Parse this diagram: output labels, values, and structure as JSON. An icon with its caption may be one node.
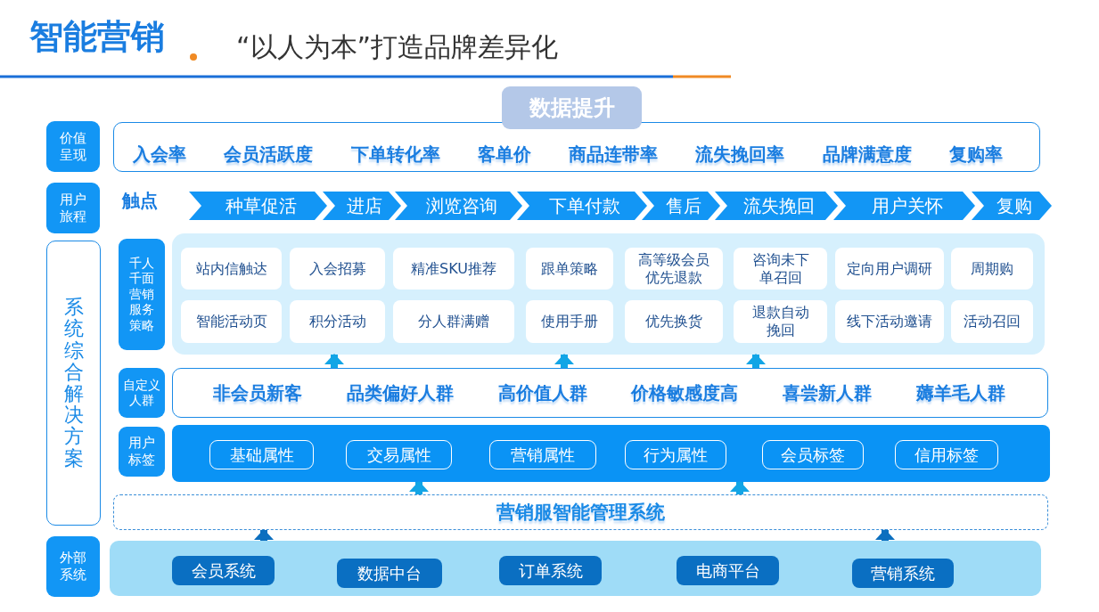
{
  "diagram": {
    "title": "智能营销",
    "nodes": [
      {
        "text": [
          "数据提升"
        ]
      },
      {
        "text": [
          "价值呈现"
        ]
      },
      {
        "text": [
          "入会率",
          "会员活跃度",
          "下单转化率",
          "客单价",
          "商品连带率",
          "流失挽回率",
          "品牌满意度",
          "复购率"
        ]
      },
      {
        "text": [
          "用户旅程"
        ]
      },
      {
        "text": [
          "种草促活"
        ]
      },
      {
        "text": [
          "进店"
        ]
      },
      {
        "text": [
          "浏览咨询"
        ]
      },
      {
        "text": [
          "下单付款"
        ]
      },
      {
        "text": [
          "售后"
        ]
      },
      {
        "text": [
          "流失挽回"
        ]
      },
      {
        "text": [
          "用户关怀"
        ]
      },
      {
        "text": [
          "复购"
        ]
      },
      {
        "text": [
          "系统综合解决方案"
        ]
      },
      {
        "text": [
          "千人千面营销服务策略"
        ]
      },
      {
        "text": [],
        "shape": "box"
      },
      {
        "text": [
          "站内信触达"
        ],
        "in": 14
      },
      {
        "text": [
          "入会招募"
        ],
        "in": 14
      },
      {
        "text": [
          "精准SKU推荐"
        ],
        "in": 14
      },
      {
        "text": [
          "跟单策略"
        ],
        "in": 14
      },
      {
        "text": [
          "高等级会员优先退款"
        ],
        "in": 14
      },
      {
        "text": [
          "咨询未下单召回"
        ],
        "in": 14
      },
      {
        "text": [
          "定向用户调研"
        ],
        "in": 14
      },
      {
        "text": [
          "周期购"
        ],
        "in": 14
      },
      {
        "text": [
          "智能活动页"
        ],
        "in": 14
      },
      {
        "text": [
          "积分活动"
        ],
        "in": 14
      },
      {
        "text": [
          "分人群满赠"
        ],
        "in": 14
      },
      {
        "text": [
          "使用手册"
        ],
        "in": 14
      },
      {
        "text": [
          "优先换货"
        ],
        "in": 14
      },
      {
        "text": [
          "退款自动挽回"
        ],
        "in": 14
      },
      {
        "text": [
          "线下活动邀请"
        ],
        "in": 14
      },
      {
        "text": [
          "活动召回"
        ],
        "in": 14
      },
      {
        "text": [
          "自定义人群"
        ]
      },
      {
        "text": [
          "非会员新客",
          "品类偏好人群",
          "高价值人群",
          "价格敏感度高",
          "喜尝新人群",
          "薅羊毛人群"
        ]
      },
      {
        "text": [
          "用户标签"
        ]
      },
      {
        "text": [],
        "shape": "box"
      },
      {
        "text": [
          "基础属性"
        ],
        "in": 34
      },
      {
        "text": [
          "交易属性"
        ],
        "in": 34
      },
      {
        "text": [
          "营销属性"
        ],
        "in": 34
      },
      {
        "text": [
          "行为属性"
        ],
        "in": 34
      },
      {
        "text": [
          "会员标签"
        ],
        "in": 34
      },
      {
        "text": [
          "信用标签"
        ],
        "in": 34
      },
      {
        "text": [
          "营销服智能管理系统"
        ]
      },
      {
        "text": [
          "外部系统"
        ]
      },
      {
        "text": [],
        "shape": "box"
      },
      {
        "text": [
          "会员系统"
        ],
        "in": 43
      },
      {
        "text": [
          "数据中台"
        ],
        "in": 43
      },
      {
        "text": [
          "订单系统"
        ],
        "in": 43
      },
      {
        "text": [
          "电商平台"
        ],
        "in": 43
      },
      {
        "text": [
          "营销系统"
        ],
        "in": 43
      }
    ],
    "edges": [
      {
        "from": 32,
        "to": 14,
        "arrow": "to"
      },
      {
        "from": 32,
        "to": 14,
        "arrow": "to"
      },
      {
        "from": 32,
        "to": 14,
        "arrow": "to"
      },
      {
        "from": 41,
        "to": 34,
        "arrow": "to"
      },
      {
        "from": 41,
        "to": 34,
        "arrow": "to"
      },
      {
        "from": 43,
        "to": 41,
        "arrow": "to",
        "color": "#0b6fbf"
      },
      {
        "from": 43,
        "to": 41,
        "arrow": "to",
        "color": "#0b6fbf"
      }
    ],
    "labels": [
      "“以人为本”打造品牌差异化",
      "触点"
    ]
  }
}
